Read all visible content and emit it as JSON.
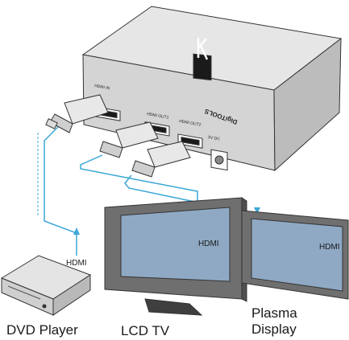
{
  "device": {
    "brand_text": "DigiTOOLS",
    "ports": {
      "hdmi_in": "HDMI IN",
      "hdmi_out1": "HDMI OUT1",
      "hdmi_out2": "HDMI OUT2",
      "power": "5V DC"
    }
  },
  "cable_label": "HDMI",
  "sources": {
    "dvd_label": "DVD Player"
  },
  "displays": {
    "lcd_label": "LCD TV",
    "plasma_label_line1": "Plasma",
    "plasma_label_line2": "Display"
  },
  "colors": {
    "cable": "#3aa7d8",
    "device_body": "#d9d9d9",
    "screen": "#8fa9c4",
    "outline": "#333333"
  }
}
